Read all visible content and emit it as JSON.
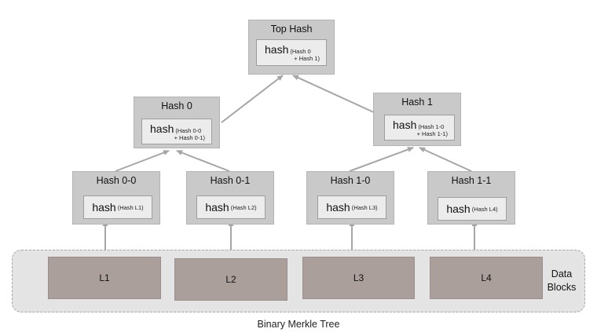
{
  "diagram": {
    "caption": "Binary Merkle Tree",
    "hash_word": "hash",
    "nodes": {
      "top": {
        "title": "Top Hash",
        "detail_1": "(Hash 0",
        "detail_2": "+ Hash 1)"
      },
      "h0": {
        "title": "Hash 0",
        "detail_1": "(Hash 0-0",
        "detail_2": "+ Hash 0-1)"
      },
      "h1": {
        "title": "Hash 1",
        "detail_1": "(Hash 1-0",
        "detail_2": "+ Hash 1-1)"
      },
      "h00": {
        "title": "Hash 0-0",
        "detail": "(Hash L1)"
      },
      "h01": {
        "title": "Hash 0-1",
        "detail": "(Hash L2)"
      },
      "h10": {
        "title": "Hash 1-0",
        "detail": "(Hash L3)"
      },
      "h11": {
        "title": "Hash 1-1",
        "detail": "(Hash L4)"
      }
    },
    "data_blocks": {
      "label_1": "Data",
      "label_2": "Blocks",
      "blocks": [
        "L1",
        "L2",
        "L3",
        "L4"
      ]
    },
    "colors": {
      "node_fill": "#c9c9c9",
      "hash_fill": "#ececec",
      "block_fill": "#ab9f9c",
      "region_fill": "#e4e4e4",
      "edge": "#a6a6a6"
    }
  }
}
